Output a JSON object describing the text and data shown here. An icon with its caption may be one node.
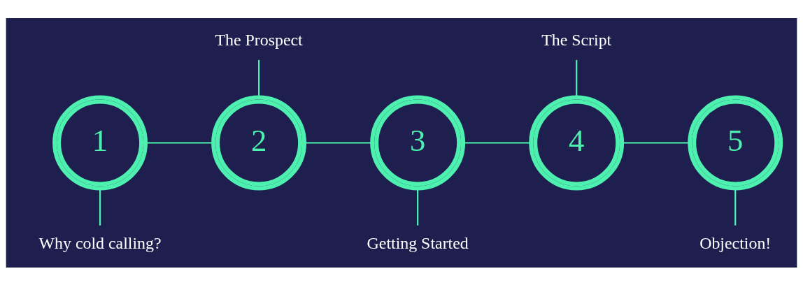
{
  "diagram": {
    "nodes": [
      {
        "text": [
          "The Prospect"
        ]
      },
      {
        "text": [
          "The Script"
        ]
      },
      {
        "text": [
          "1"
        ]
      },
      {
        "text": [
          "2"
        ]
      },
      {
        "text": [
          "3"
        ]
      },
      {
        "text": [
          "4"
        ]
      },
      {
        "text": [
          "5"
        ]
      },
      {
        "text": [
          "Why cold calling?"
        ]
      },
      {
        "text": [
          "Getting Started"
        ]
      },
      {
        "text": [
          "Objection!"
        ]
      }
    ],
    "edges": [
      {
        "from": 2,
        "to": 3,
        "arrow": "none"
      },
      {
        "from": 3,
        "to": 4,
        "arrow": "none"
      },
      {
        "from": 4,
        "to": 5,
        "arrow": "none"
      },
      {
        "from": 5,
        "to": 6,
        "arrow": "none"
      },
      {
        "from": 0,
        "to": 3,
        "arrow": "none"
      },
      {
        "from": 1,
        "to": 5,
        "arrow": "none"
      },
      {
        "from": 2,
        "to": 7,
        "arrow": "none"
      },
      {
        "from": 4,
        "to": 8,
        "arrow": "none"
      },
      {
        "from": 6,
        "to": 9,
        "arrow": "none"
      }
    ]
  }
}
